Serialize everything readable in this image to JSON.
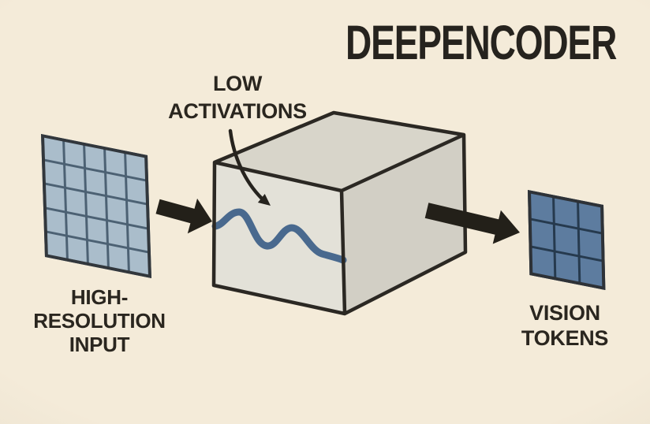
{
  "title": "DEEPENCODER",
  "labels": {
    "low_activations": [
      "LOW",
      "ACTIVATIONS"
    ],
    "high_resolution_input": [
      "HIGH-",
      "RESOLUTION",
      "INPUT"
    ],
    "vision_tokens": [
      "VISION",
      "TOKENS"
    ]
  },
  "diagram": {
    "type": "flow-diagram",
    "flow": [
      "HIGH-RESOLUTION INPUT",
      "DEEPENCODER",
      "VISION TOKENS"
    ],
    "annotation": "LOW ACTIVATIONS wave drawn on the front face of the encoder box"
  },
  "colors": {
    "background": "#f4ebd9",
    "ink": "#26231e",
    "arrow": "#232019",
    "wave": "#49698e"
  },
  "input_grid": {
    "rows": 5,
    "cols": 5,
    "cell_fill": "#aabdcb",
    "line_color": "#4c6173",
    "border_color": "#32373c",
    "label": "HIGH-RESOLUTION INPUT"
  },
  "output_grid": {
    "rows": 3,
    "cols": 3,
    "cell_fill": "#5d7c9f",
    "line_color": "#263a4e",
    "border_color": "#2e3237",
    "label": "VISION TOKENS"
  },
  "encoder_box": {
    "face_front": "#e3e1d8",
    "face_top": "#d8d5ca",
    "face_right": "#d2cfc5",
    "outline": "#2b2823",
    "annotation": "LOW ACTIVATIONS"
  }
}
